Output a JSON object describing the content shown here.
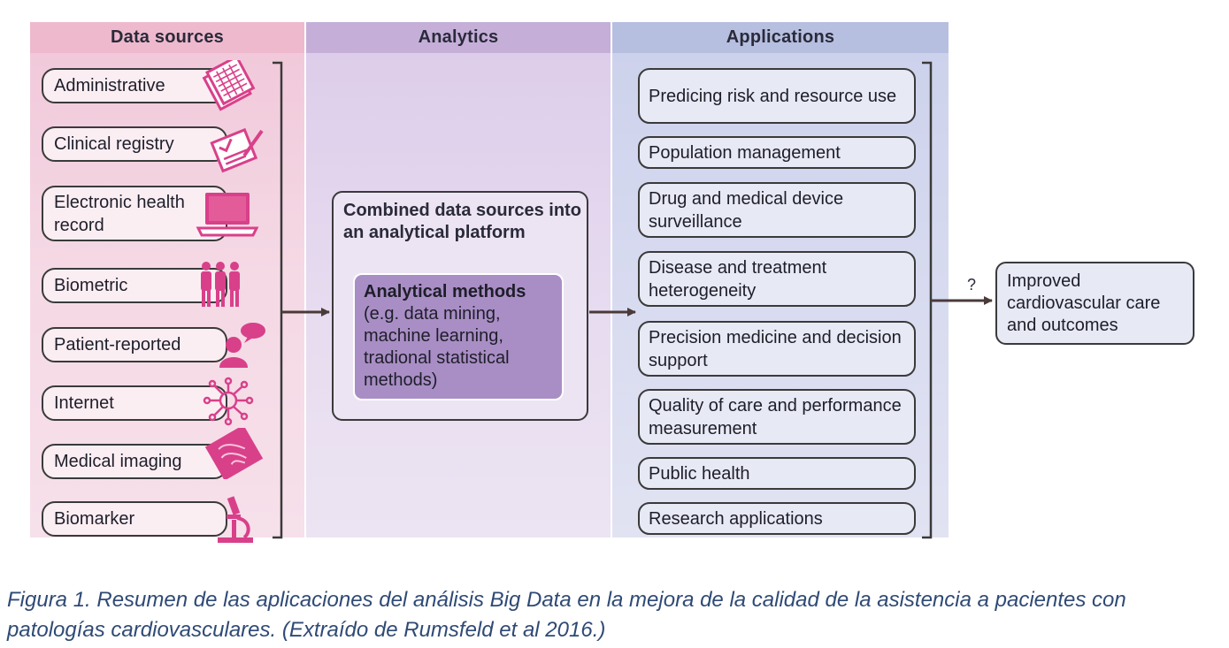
{
  "headers": {
    "data_sources": "Data sources",
    "analytics": "Analytics",
    "applications": "Applications"
  },
  "data_sources": [
    {
      "label": "Administrative",
      "icon": "documents-icon"
    },
    {
      "label": "Clinical registry",
      "icon": "clipboard-icon"
    },
    {
      "label": "Electronic health record",
      "icon": "laptop-icon"
    },
    {
      "label": "Biometric",
      "icon": "people-silhouette-icon"
    },
    {
      "label": "Patient-reported",
      "icon": "speech-person-icon"
    },
    {
      "label": "Internet",
      "icon": "network-icon"
    },
    {
      "label": "Medical imaging",
      "icon": "scan-image-icon"
    },
    {
      "label": "Biomarker",
      "icon": "microscope-icon"
    }
  ],
  "analytics": {
    "platform_title": "Combined data sources into an analytical platform",
    "methods_title": "Analytical methods",
    "methods_text": "(e.g. data mining, machine learning, tradional statistical methods)"
  },
  "applications": [
    "Predicing risk and resource use",
    "Population management",
    "Drug and medical device surveillance",
    "Disease and treatment heterogeneity",
    "Precision medicine and decision support",
    "Quality of care and performance measurement",
    "Public health",
    "Research applications"
  ],
  "outcome": {
    "question_mark": "?",
    "label": "Improved cardiovascular care and outcomes"
  },
  "caption": "Figura 1. Resumen de las aplicaciones del análisis Big Data en la mejora de la calidad de la asistencia a pacientes con patologías cardiovasculares. (Extraído de Rumsfeld et al 2016.)",
  "colors": {
    "icon_magenta": "#d9408a",
    "line": "#3a3a3a",
    "arrow": "#4a3a3a",
    "caption": "#2f4a75"
  }
}
